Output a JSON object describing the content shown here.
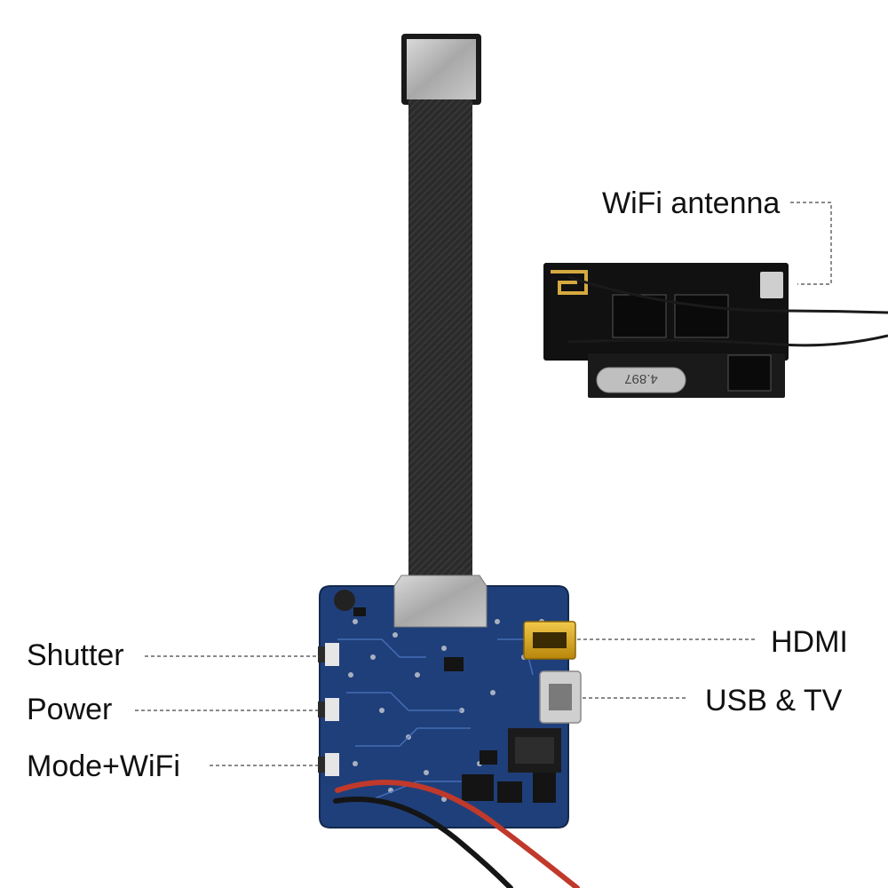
{
  "labels": {
    "wifi_antenna": "WiFi antenna",
    "hdmi": "HDMI",
    "usb_tv": "USB & TV",
    "shutter": "Shutter",
    "power": "Power",
    "mode_wifi": "Mode+WiFi"
  },
  "wifi_module": {
    "crystal_marking": "4.897"
  },
  "colors": {
    "background": "#ffffff",
    "main_board": "#1f3f7a",
    "flex_cable": "#2a2a2a",
    "sensor": "#b9b9b9",
    "wifi_board": "#111111",
    "hdmi_port": "#d9a520",
    "usb_port": "#c8c8c8",
    "wire_red": "#c0392b",
    "wire_black": "#151515",
    "leader_line": "#444444"
  }
}
